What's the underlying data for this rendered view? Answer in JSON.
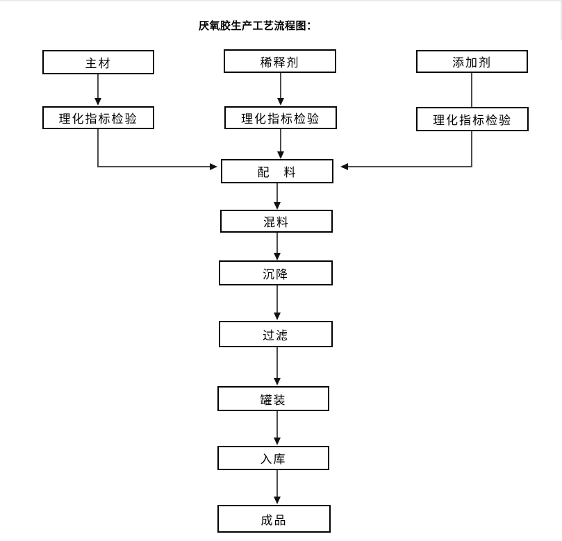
{
  "title": "厌氧胶生产工艺流程图：",
  "colors": {
    "box_border": "#000000",
    "line": "#4a4a4a",
    "arrowhead": "#111111",
    "chrome_strip": "#e9e9e9",
    "background": "#ffffff"
  },
  "nodes": [
    {
      "id": "main-material",
      "label": "主材"
    },
    {
      "id": "diluent",
      "label": "稀释剂"
    },
    {
      "id": "additive",
      "label": "添加剂"
    },
    {
      "id": "inspection-left",
      "label": "理化指标检验"
    },
    {
      "id": "inspection-middle",
      "label": "理化指标检验"
    },
    {
      "id": "inspection-right",
      "label": "理化指标检验"
    },
    {
      "id": "batching",
      "label": "配　料"
    },
    {
      "id": "mixing",
      "label": "混料"
    },
    {
      "id": "settling",
      "label": "沉降"
    },
    {
      "id": "filtering",
      "label": "过滤"
    },
    {
      "id": "canning",
      "label": "罐装"
    },
    {
      "id": "warehousing",
      "label": "入库"
    },
    {
      "id": "finished-product",
      "label": "成品"
    }
  ],
  "edges": [
    {
      "from": "main-material",
      "to": "inspection-left",
      "arrow": true
    },
    {
      "from": "diluent",
      "to": "inspection-middle",
      "arrow": true
    },
    {
      "from": "additive",
      "to": "inspection-right",
      "arrow": false
    },
    {
      "from": "inspection-left",
      "to": "batching",
      "arrow": true
    },
    {
      "from": "inspection-middle",
      "to": "batching",
      "arrow": true
    },
    {
      "from": "inspection-right",
      "to": "batching",
      "arrow": true
    },
    {
      "from": "batching",
      "to": "mixing",
      "arrow": true
    },
    {
      "from": "mixing",
      "to": "settling",
      "arrow": true
    },
    {
      "from": "settling",
      "to": "filtering",
      "arrow": true
    },
    {
      "from": "filtering",
      "to": "canning",
      "arrow": true
    },
    {
      "from": "canning",
      "to": "warehousing",
      "arrow": true
    },
    {
      "from": "warehousing",
      "to": "finished-product",
      "arrow": true
    }
  ]
}
